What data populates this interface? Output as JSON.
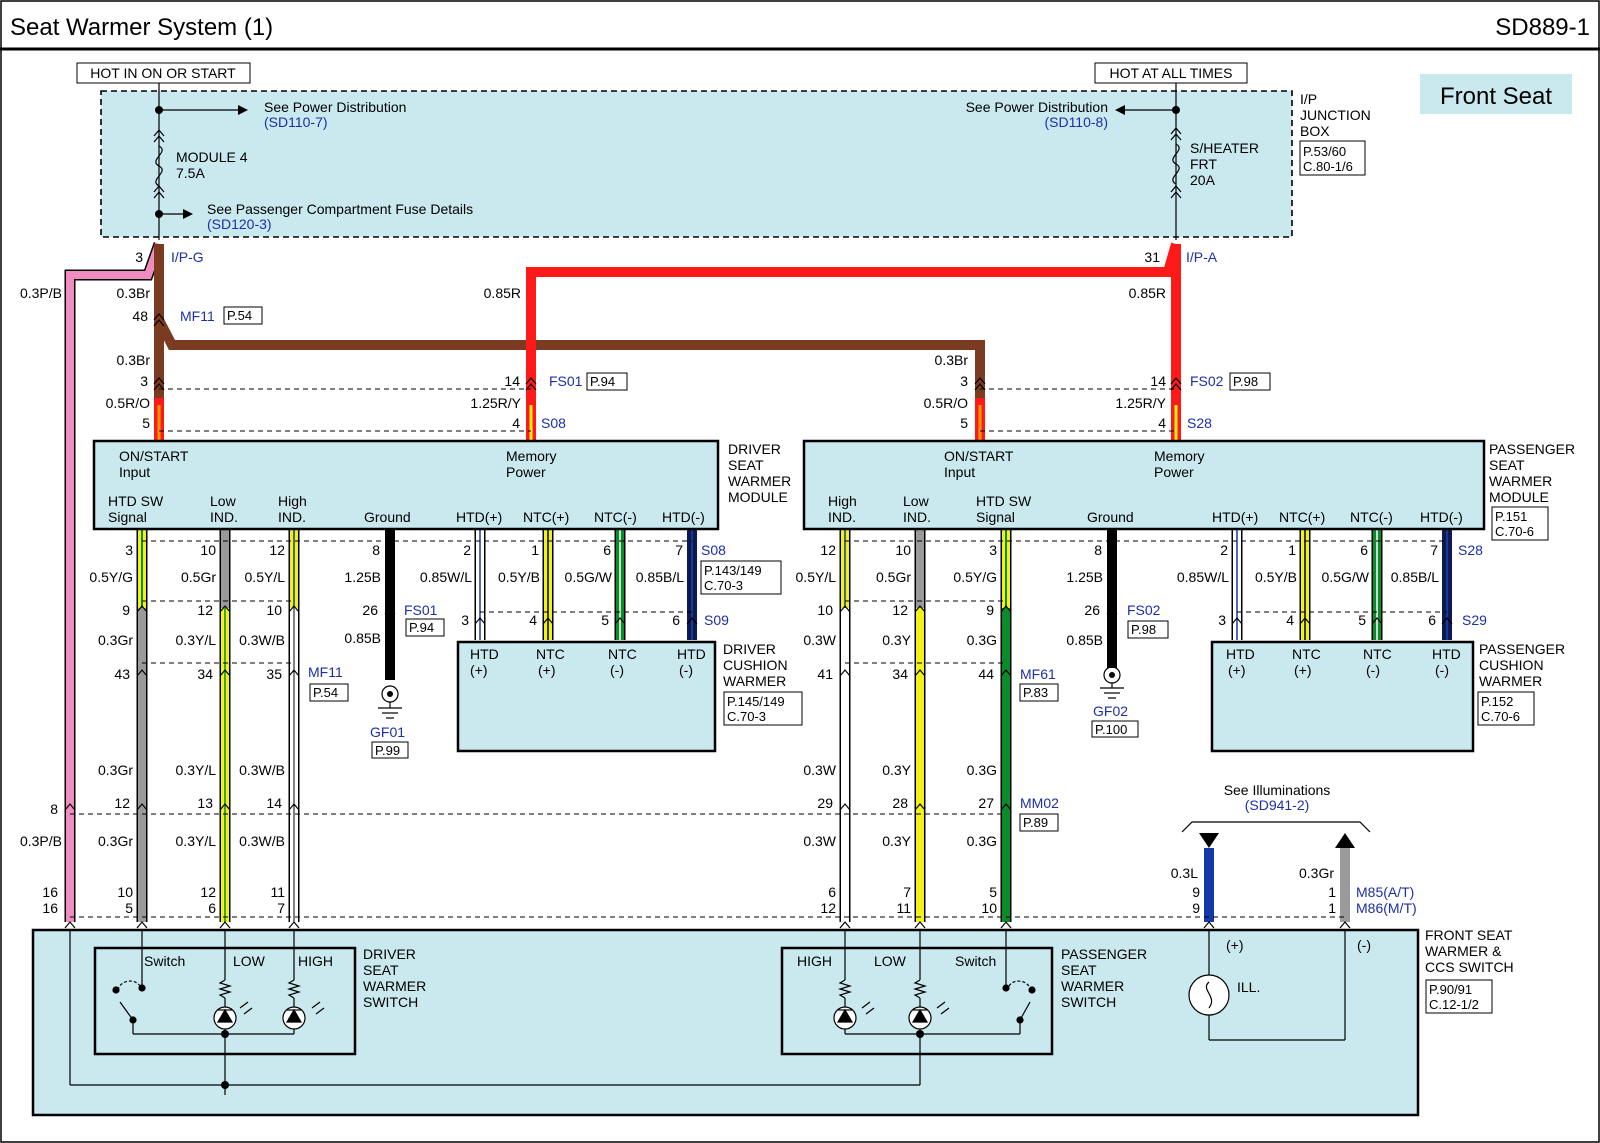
{
  "header": {
    "title": "Seat Warmer System (1)",
    "code": "SD889-1"
  },
  "badge": "Front Seat",
  "power": {
    "hot_run": "HOT IN ON OR START",
    "hot_all": "HOT AT ALL TIMES",
    "see_pd": "See Power Distribution",
    "sd110_7": "(SD110-7)",
    "sd110_8": "(SD110-8)",
    "fuse_left_1": "MODULE 4",
    "fuse_left_2": "7.5A",
    "fuse_right_1": "S/HEATER",
    "fuse_right_2": "FRT",
    "fuse_right_3": "20A",
    "see_pcfd": "See Passenger Compartment Fuse Details",
    "sd120_3": "(SD120-3)",
    "jb_1": "I/P",
    "jb_2": "JUNCTION",
    "jb_3": "BOX",
    "jb_ref1": "P.53/60",
    "jb_ref2": "C.80-1/6"
  },
  "connectors": {
    "ipg": "I/P-G",
    "ipa": "I/P-A",
    "mf11": "MF11",
    "p54": "P.54",
    "fs01": "FS01",
    "p94": "P.94",
    "fs02": "FS02",
    "p98": "P.98",
    "s08": "S08",
    "s28": "S28",
    "s09": "S09",
    "s29": "S29",
    "mf61": "MF61",
    "p83": "P.83",
    "mm02": "MM02",
    "p89": "P.89",
    "gf01": "GF01",
    "p99": "P.99",
    "gf02": "GF02",
    "p100": "P.100",
    "m85": "M85(A/T)",
    "m86": "M86(M/T)",
    "s08_ref1": "P.143/149",
    "s08_ref2": "C.70-3"
  },
  "wires": {
    "p_b": "0.3P/B",
    "br": "0.3Br",
    "r085": "0.85R",
    "ro": "0.5R/O",
    "ry": "1.25R/Y",
    "yg": "0.5Y/G",
    "gr05": "0.5Gr",
    "yl05": "0.5Y/L",
    "b125": "1.25B",
    "wl": "0.85W/L",
    "yb": "0.5Y/B",
    "gw": "0.5G/W",
    "bl": "0.85B/L",
    "gr03": "0.3Gr",
    "yl03": "0.3Y/L",
    "wb": "0.3W/B",
    "b085": "0.85B",
    "w03": "0.3W",
    "y03": "0.3Y",
    "g03": "0.3G",
    "l03": "0.3L"
  },
  "modules": {
    "dsm": {
      "name": [
        "DRIVER",
        "SEAT",
        "WARMER",
        "MODULE"
      ],
      "pins": [
        "ON/START",
        "Input",
        "Memory",
        "Power",
        "HTD SW",
        "Signal",
        "Low",
        "IND.",
        "High",
        "IND.",
        "Ground",
        "HTD(+)",
        "NTC(+)",
        "NTC(-)",
        "HTD(-)"
      ]
    },
    "psm": {
      "name": [
        "PASSENGER",
        "SEAT",
        "WARMER",
        "MODULE"
      ],
      "ref1": "P.151",
      "ref2": "C.70-6",
      "pins": [
        "ON/START",
        "Input",
        "Memory",
        "Power",
        "High",
        "IND.",
        "Low",
        "IND.",
        "HTD SW",
        "Signal",
        "Ground",
        "HTD(+)",
        "NTC(+)",
        "NTC(-)",
        "HTD(-)"
      ]
    },
    "dcw": {
      "name": [
        "DRIVER",
        "CUSHION",
        "WARMER"
      ],
      "ref1": "P.145/149",
      "ref2": "C.70-3",
      "pins": [
        "HTD",
        "(+)",
        "NTC",
        "(+)",
        "NTC",
        "(-)",
        "HTD",
        "(-)"
      ]
    },
    "pcw": {
      "name": [
        "PASSENGER",
        "CUSHION",
        "WARMER"
      ],
      "ref1": "P.152",
      "ref2": "C.70-6",
      "pins": [
        "HTD",
        "(+)",
        "NTC",
        "(+)",
        "NTC",
        "(-)",
        "HTD",
        "(-)"
      ]
    },
    "fsw": {
      "name": [
        "FRONT SEAT",
        "WARMER &",
        "CCS SWITCH"
      ],
      "ref1": "P.90/91",
      "ref2": "C.12-1/2"
    },
    "dsw": {
      "name": [
        "DRIVER",
        "SEAT",
        "WARMER",
        "SWITCH"
      ],
      "labels": [
        "Switch",
        "LOW",
        "HIGH"
      ]
    },
    "psw": {
      "name": [
        "PASSENGER",
        "SEAT",
        "WARMER",
        "SWITCH"
      ],
      "labels": [
        "HIGH",
        "LOW",
        "Switch"
      ]
    },
    "ill": {
      "label": "ILL.",
      "plus": "(+)",
      "minus": "(-)"
    }
  },
  "illum": {
    "see": "See Illuminations",
    "ref": "(SD941-2)"
  },
  "pins": {
    "p3": "3",
    "p31": "31",
    "p48": "48",
    "p14": "14",
    "p5": "5",
    "p4": "4",
    "p10": "10",
    "p12": "12",
    "p8": "8",
    "p2": "2",
    "p1": "1",
    "p6": "6",
    "p7": "7",
    "p9": "9",
    "p26": "26",
    "p43": "43",
    "p34": "34",
    "p35": "35",
    "p41": "41",
    "p44": "44",
    "p13": "13",
    "p29": "29",
    "p28": "28",
    "p27": "27",
    "p16": "16",
    "p11": "11"
  },
  "colors": {
    "panel": "#c9e9ef",
    "red": "#ff1a1a",
    "brown": "#7b3b20",
    "pink": "#f08cc0",
    "yellow": "#f2f21a",
    "gray": "#9a9a9a",
    "green": "#0a8c2a",
    "blue": "#1438a8",
    "navy": "#0e1a4a",
    "link": "#1c2fa8"
  }
}
